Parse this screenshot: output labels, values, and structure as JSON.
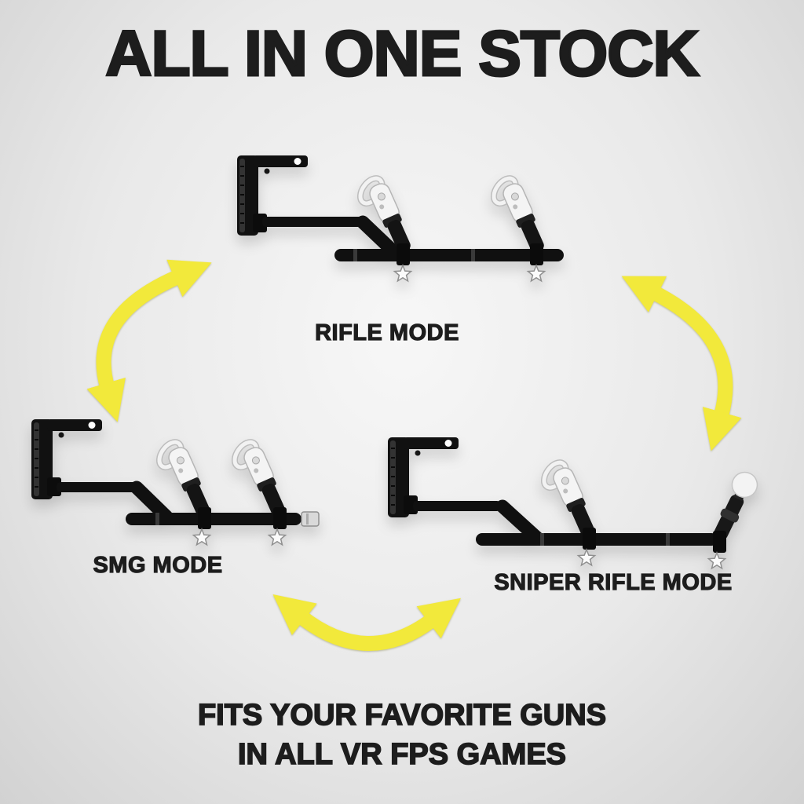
{
  "title": "ALL IN ONE STOCK",
  "modes": [
    {
      "name": "rifle",
      "label": "RIFLE MODE"
    },
    {
      "name": "smg",
      "label": "SMG MODE"
    },
    {
      "name": "sniper",
      "label": "SNIPER RIFLE MODE"
    }
  ],
  "footer": {
    "line1": "FITS YOUR FAVORITE GUNS",
    "line2": "IN ALL VR FPS GAMES"
  },
  "colors": {
    "accent": "#f2e93b",
    "ink": "#1d1d1d",
    "bg_center": "#f7f7f7",
    "bg_mid": "#e9e9e9",
    "bg_edge": "#d2d2d2"
  },
  "icons": {
    "arrows": [
      "arrow-rifle-smg-icon",
      "arrow-rifle-sniper-icon",
      "arrow-smg-sniper-icon"
    ],
    "figure_parts": [
      "stock-bracket-icon",
      "vr-controller-icon",
      "thumbscrew-icon",
      "tracking-ball-controller-icon"
    ]
  }
}
